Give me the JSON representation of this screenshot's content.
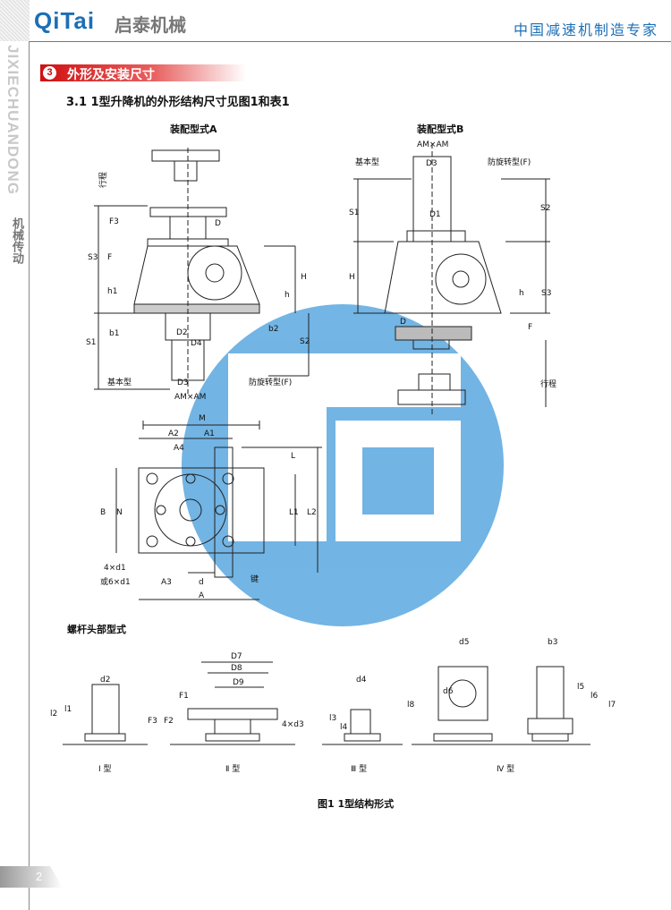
{
  "header": {
    "logo": "QiTai",
    "logo_cn": "启泰机械",
    "slogan": "中国减速机制造专家"
  },
  "sidebar": {
    "vertical_text": "JIXIECHUANDONG",
    "section_cn": "机械传动",
    "page_number": "2"
  },
  "section": {
    "number": "3",
    "title": "外形及安装尺寸",
    "subtitle": "3.1  1型升降机的外形结构尺寸见图1和表1"
  },
  "formA": {
    "title": "装配型式A",
    "stroke": "行程",
    "F3": "F3",
    "D": "D",
    "S3": "S3",
    "F": "F",
    "h1": "h1",
    "H": "H",
    "h": "h",
    "S1": "S1",
    "b1": "b1",
    "D2": "D2",
    "D4": "D4",
    "b2": "b2",
    "S2": "S2",
    "D3": "D3",
    "basic": "基本型",
    "AM": "AM×AM",
    "anti": "防旋转型(F)"
  },
  "formB": {
    "title": "装配型式B",
    "AM": "AM×AM",
    "D3": "D3",
    "basic": "基本型",
    "anti": "防旋转型(F)",
    "S1": "S1",
    "D1": "D1",
    "S2": "S2",
    "H": "H",
    "h": "h",
    "S3": "S3",
    "D": "D",
    "F": "F",
    "stroke": "行程"
  },
  "plan": {
    "M": "M",
    "A2": "A2",
    "A1": "A1",
    "A4": "A4",
    "L": "L",
    "B": "B",
    "N": "N",
    "L1": "L1",
    "L2": "L2",
    "holes4": "4×d1",
    "holes6": "或6×d1",
    "A3": "A3",
    "d": "d",
    "A": "A",
    "key": "键"
  },
  "heads": {
    "title": "螺杆头部型式",
    "t1": {
      "d2": "d2",
      "l2": "l2",
      "l1": "l1",
      "label": "Ⅰ 型"
    },
    "t2": {
      "D7": "D7",
      "D8": "D8",
      "D9": "D9",
      "F1": "F1",
      "F3": "F3",
      "F2": "F2",
      "d3": "4×d3",
      "label": "Ⅱ 型"
    },
    "t3": {
      "d4": "d4",
      "l3": "l3",
      "l4": "l4",
      "label": "Ⅲ 型"
    },
    "t4": {
      "d5": "d5",
      "d6": "d6",
      "l8": "l8",
      "b3": "b3",
      "l5": "l5",
      "l6": "l6",
      "l7": "l7",
      "label": "Ⅳ 型"
    }
  },
  "caption": "图1  1型结构形式",
  "colors": {
    "brand": "#1c6fb5",
    "section": "#d01010",
    "watermark": "#5aa8e0"
  }
}
